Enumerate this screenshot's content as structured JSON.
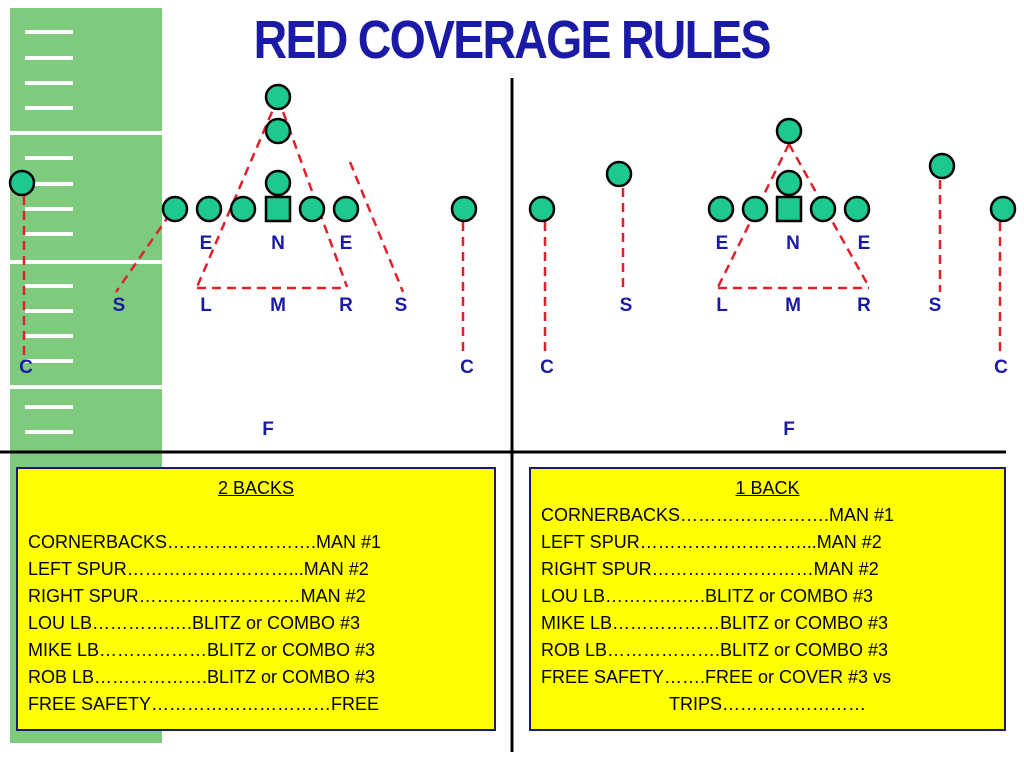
{
  "title": "RED COVERAGE RULES",
  "colors": {
    "title": "#1a1aa6",
    "player_fill": "#1dc98d",
    "route_line": "#e0202a",
    "field": "#7fcb7d",
    "panel_bg": "#ffff00"
  },
  "left_formation": {
    "labels": {
      "e1": "E",
      "n": "N",
      "e2": "E",
      "s1": "S",
      "l": "L",
      "m": "M",
      "r": "R",
      "s2": "S",
      "c1": "C",
      "c2": "C",
      "f": "F"
    }
  },
  "right_formation": {
    "labels": {
      "c1": "C",
      "s1": "S",
      "e1": "E",
      "n": "N",
      "e2": "E",
      "l": "L",
      "m": "M",
      "r": "R",
      "s2": "S",
      "c2": "C",
      "f": "F"
    }
  },
  "panel_2_backs": {
    "heading": "2 BACKS",
    "rows": [
      "CORNERBACKS…………………….MAN #1",
      "LEFT SPUR………………………...MAN #2",
      "RIGHT SPUR………………………MAN #2",
      "LOU LB………….….BLITZ or COMBO #3",
      "MIKE LB………………BLITZ or COMBO #3",
      "ROB LB……………….BLITZ or COMBO #3",
      "FREE SAFETY…………………………FREE"
    ]
  },
  "panel_1_back": {
    "heading": "1 BACK",
    "rows": [
      "CORNERBACKS…………………….MAN #1",
      "LEFT SPUR………………………...MAN #2",
      "RIGHT SPUR………………………MAN #2",
      "LOU LB………….….BLITZ or COMBO #3",
      "MIKE LB………………BLITZ or COMBO #3",
      "ROB LB……………….BLITZ or COMBO #3",
      "FREE SAFETY…….FREE or COVER #3 vs"
    ],
    "continuation": "TRIPS……………………"
  }
}
